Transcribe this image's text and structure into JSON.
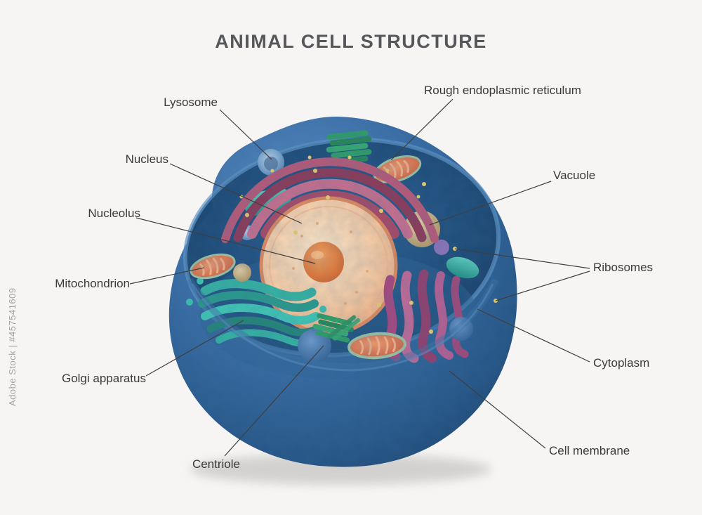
{
  "title": "ANIMAL CELL STRUCTURE",
  "watermark": "Adobe Stock | #457541609",
  "labels": [
    {
      "id": "lysosome",
      "text": "Lysosome"
    },
    {
      "id": "nucleus",
      "text": "Nucleus"
    },
    {
      "id": "nucleolus",
      "text": "Nucleolus"
    },
    {
      "id": "mitochondrion",
      "text": "Mitochondrion"
    },
    {
      "id": "golgi-apparatus",
      "text": "Golgi apparatus"
    },
    {
      "id": "centriole",
      "text": "Centriole"
    },
    {
      "id": "rough-er",
      "text": "Rough endoplasmic reticulum"
    },
    {
      "id": "vacuole",
      "text": "Vacuole"
    },
    {
      "id": "ribosomes",
      "text": "Ribosomes"
    },
    {
      "id": "cytoplasm",
      "text": "Cytoplasm"
    },
    {
      "id": "cell-membrane",
      "text": "Cell membrane"
    }
  ],
  "colors": {
    "background": "#f6f5f3",
    "title_text": "#56575b",
    "label_text": "#3a3a3a",
    "leader_line": "#3f3f3f",
    "cell_membrane_blue": "#3a6ea7",
    "interior_blue": "#1f4c79",
    "nucleus_peach": "#f9cba2",
    "nucleolus_orange": "#d55f24",
    "rough_er_pink": "#b85a78",
    "golgi_teal": "#35b3a2",
    "smooth_er_purple": "#a8487f",
    "mitochondria_orange": "#cd5a36",
    "vacuole_tan": "#c8ad85",
    "lysosome_blue": "#7fa7cd",
    "ribosome_yellow": "#e9d06c"
  }
}
